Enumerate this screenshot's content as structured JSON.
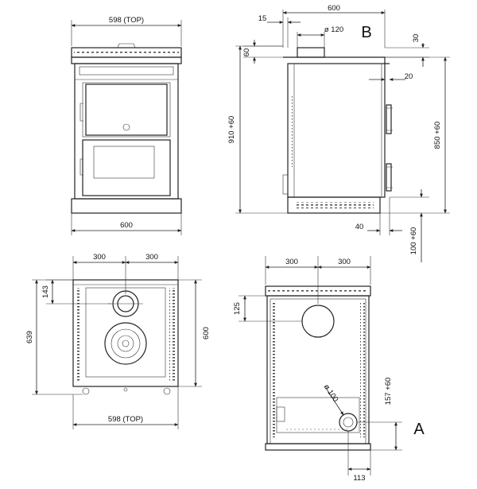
{
  "front_view": {
    "top_width": "598 (TOP)",
    "bottom_width": "600"
  },
  "side_view": {
    "corner_label": "B",
    "top_width": "600",
    "flue_offset": "15",
    "flue_diameter": "ø 120",
    "top_thickness": "30",
    "left_step": "60",
    "back_gap": "20",
    "total_height": "910 +60",
    "body_height": "850 +60",
    "foot_depth": "40",
    "plinth_height": "100 +60"
  },
  "top_view": {
    "left_half": "300",
    "right_half": "300",
    "flue_offset": "143",
    "depth_left": "639",
    "depth_right": "600",
    "bottom_width": "598 (TOP)"
  },
  "rear_view": {
    "left_half": "300",
    "right_half": "300",
    "flue_height": "125",
    "outlet_diameter": "ø 100",
    "outlet_height": "157 +60",
    "outlet_offset": "113",
    "corner_label": "A"
  }
}
